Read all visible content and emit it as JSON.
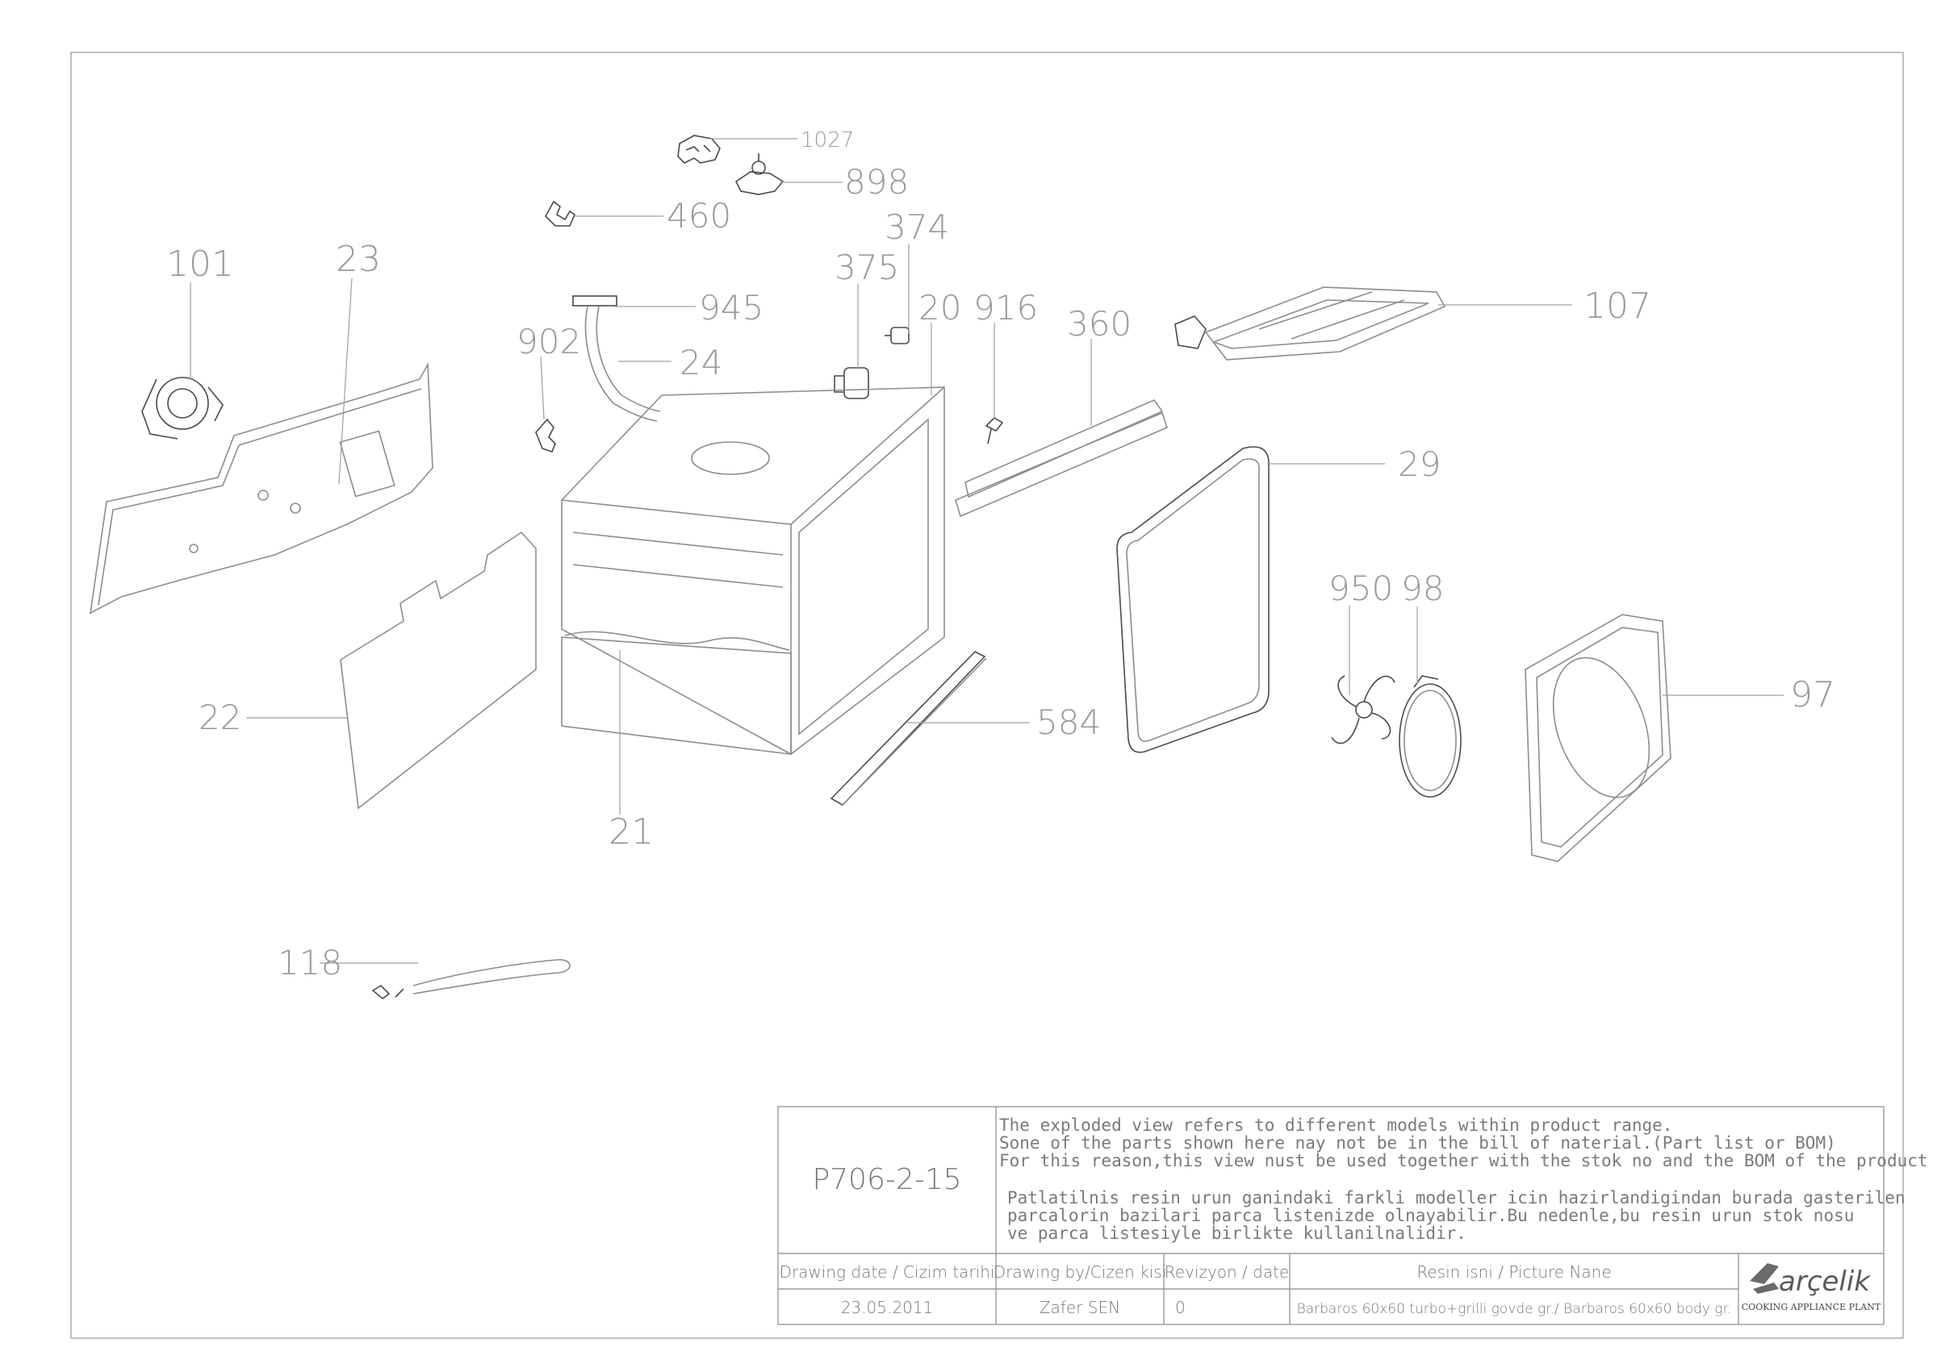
{
  "diagram": {
    "part_labels": {
      "p1027": "1027",
      "p898": "898",
      "p460": "460",
      "p374": "374",
      "p375": "375",
      "p101": "101",
      "p23": "23",
      "p945": "945",
      "p20": "20",
      "p916": "916",
      "p360": "360",
      "p107": "107",
      "p902": "902",
      "p24": "24",
      "p29": "29",
      "p950": "950",
      "p98": "98",
      "p97": "97",
      "p22": "22",
      "p584": "584",
      "p21": "21",
      "p118": "118"
    }
  },
  "title_block": {
    "code": "P706-2-15",
    "note_en": [
      "The exploded view refers to different models within product range.",
      "Sone of the parts shown here nay not be in the bill of naterial.(Part list or BOM)",
      "For this reason,this view nust be used together with the stok no and the BOM of the product"
    ],
    "note_tr": [
      "Patlatilnis resin urun ganindaki farkli modeller icin hazirlandigindan burada gasterilen",
      "parcalorin bazilari parca listenizde olnayabilir.Bu nedenle,bu resin urun stok nosu",
      "ve parca listesiyle birlikte kullanilnalidir."
    ],
    "headers": {
      "date": "Drawing date / Cizim tarihi",
      "by": "Drawing by/Cizen kisi",
      "rev": "Revizyon / date",
      "name": "Resin isni / Picture Nane"
    },
    "values": {
      "date": "23.05.2011",
      "by": "Zafer SEN",
      "rev": "0",
      "name": "Barbaros 60x60 turbo+grilli govde gr./ Barbaros 60x60 body gr."
    },
    "brand": "arçelik",
    "plant": "COOKING APPLIANCE PLANT"
  }
}
